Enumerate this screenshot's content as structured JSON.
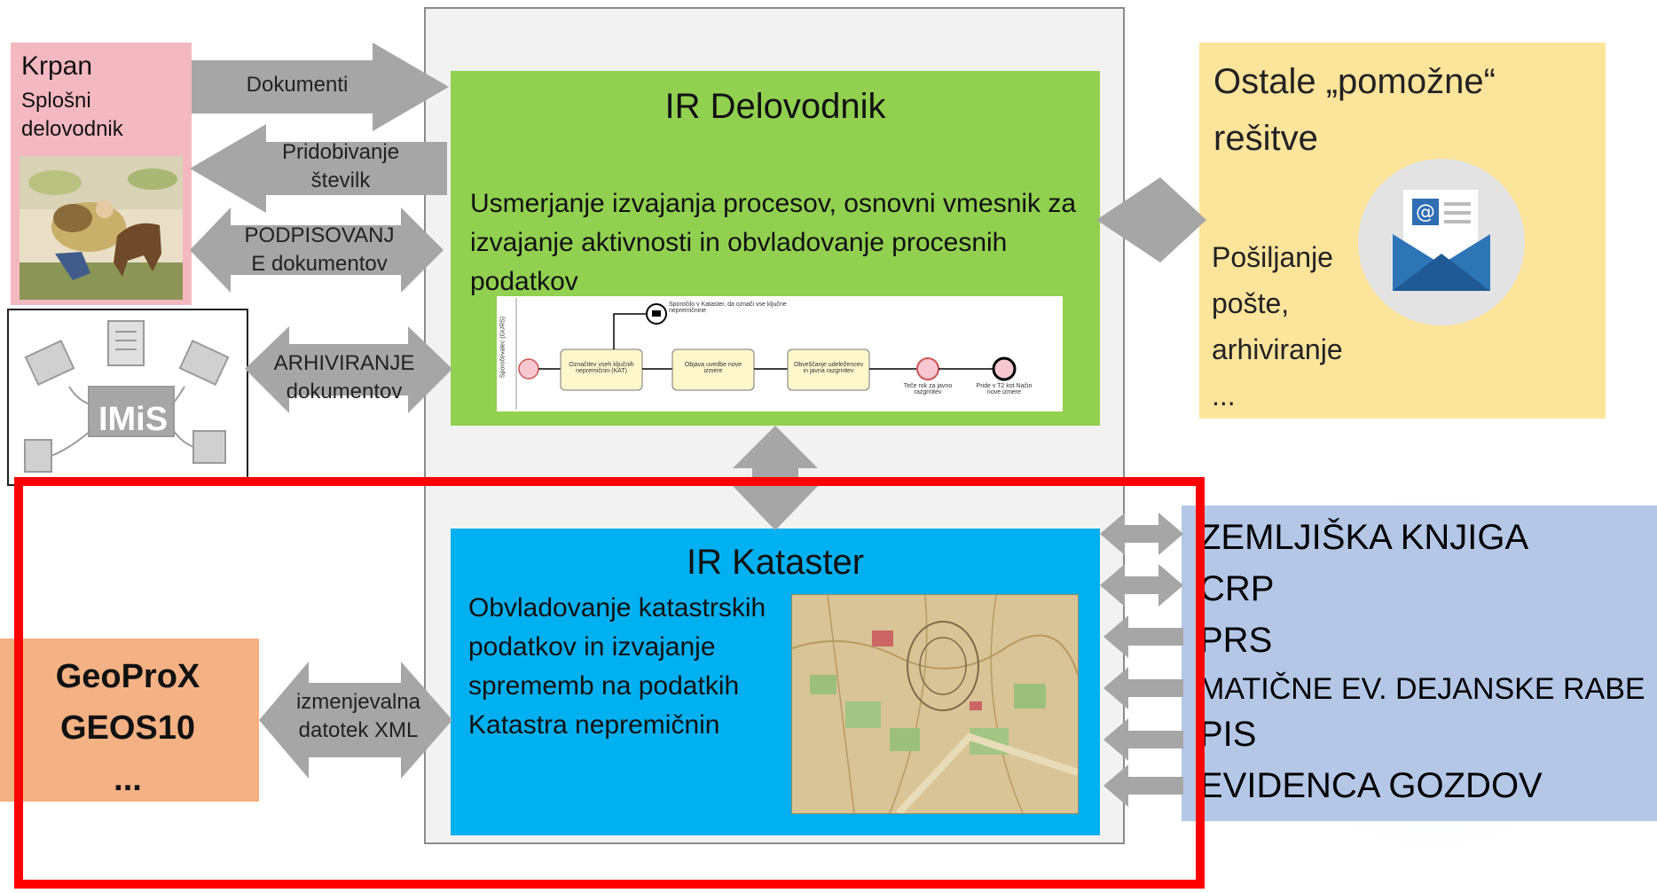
{
  "krpan": {
    "title": "Krpan",
    "subtitle": "Splošni delovodnik"
  },
  "imis": {
    "logo_text": "IMiS"
  },
  "arrows": {
    "dokumenti": "Dokumenti",
    "pridobivanje": "Pridobivanje številk",
    "podpisovanje": "PODPISOVANJ E dokumentov",
    "arhiviranje": "ARHIVIRANJE dokumentov",
    "izmenjevalna": "izmenjevalna datotek XML"
  },
  "delovodnik": {
    "title": "IR Delovodnik",
    "description": "Usmerjanje izvajanja procesov, osnovni vmesnik za izvajanje aktivnosti in obvladovanje procesnih podatkov",
    "bpmn": {
      "lane": "Sporočevalec (GURS)",
      "message_event": "Sporočilo v Kataster, da označi vse ključne nepremičnine",
      "task1": "Označitev vseh ključnih nepremičnin (KAT)",
      "task2": "Objava uvedbe nove izmere",
      "task3": "Obveščanje udeležencev in javna razgrnitev",
      "timer": "Teče rok za javno razgrnitev",
      "end": "Pride v T2 kot Način nove izmere"
    }
  },
  "kataster": {
    "title": "IR Kataster",
    "description": "Obvladovanje katastrskih podatkov in izvajanje sprememb na podatkih Katastra nepremičnin"
  },
  "pomozne": {
    "title": "Ostale „pomožne“ rešitve",
    "body": "Pošiljanje pošte, arhiviranje ...",
    "icon": "email-icon"
  },
  "geo": {
    "lines": [
      "GeoProX",
      "GEOS10",
      "..."
    ]
  },
  "evidence": {
    "items": [
      "ZEMLJIŠKA KNJIGA",
      "CRP",
      "PRS",
      "MATIČNE EV. DEJANSKE RABE",
      "PIS",
      "EVIDENCA GOZDOV"
    ]
  },
  "colors": {
    "delovodnik": "#92d050",
    "kataster": "#00b0f0",
    "krpan": "#f4b8c0",
    "pomozne": "#fde49b",
    "geo": "#f4b183",
    "evidence": "#b4c7e7",
    "highlight": "#ff0000",
    "arrow": "#a6a6a6"
  }
}
